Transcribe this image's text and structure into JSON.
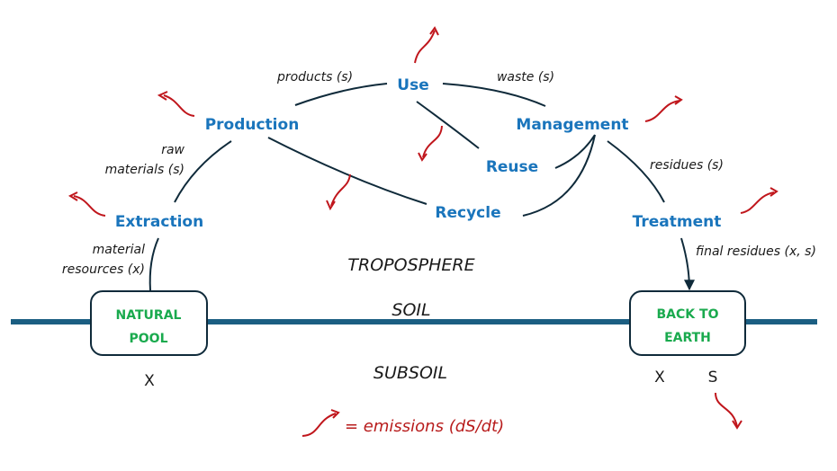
{
  "nodes": {
    "use": "Use",
    "production": "Production",
    "management": "Management",
    "reuse": "Reuse",
    "extraction": "Extraction",
    "recycle": "Recycle",
    "treatment": "Treatment"
  },
  "flows": {
    "products": "products (s)",
    "waste": "waste (s)",
    "raw_materials_line1": "raw",
    "raw_materials_line2": "materials (s)",
    "residues": "residues (s)",
    "material_resources_line1": "material",
    "material_resources_line2": "resources (x)",
    "final_residues": "final residues (x, s)"
  },
  "layers": {
    "troposphere": "TROPOSPHERE",
    "soil": "SOIL",
    "subsoil": "SUBSOIL"
  },
  "pools": {
    "natural_line1": "NATURAL",
    "natural_line2": "POOL",
    "natural_marker": "X",
    "earth_line1": "BACK TO",
    "earth_line2": "EARTH",
    "earth_marker_x": "X",
    "earth_marker_s": "S"
  },
  "legend": {
    "emissions": "= emissions (dS/dt)"
  },
  "colors": {
    "node": "#1a75bc",
    "pool": "#1aaa4e",
    "emission": "#c0161c",
    "ground": "#1b5e82"
  }
}
